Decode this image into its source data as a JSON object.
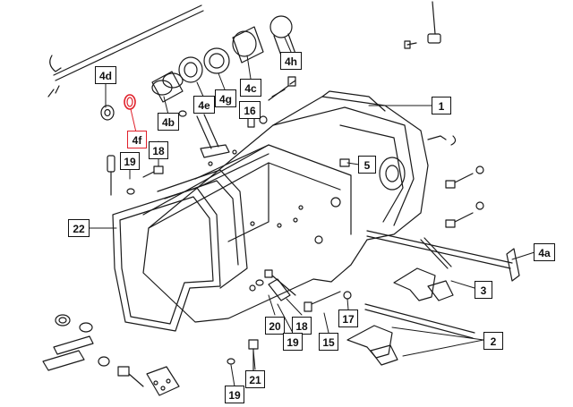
{
  "colors": {
    "line": "#1a1a1a",
    "label_border": "#111111",
    "highlight": "#e0202a",
    "background": "#ffffff"
  },
  "labels": {
    "l1": "1",
    "l2": "2",
    "l3": "3",
    "l4a": "4a",
    "l4b": "4b",
    "l4c": "4c",
    "l4d": "4d",
    "l4e": "4e",
    "l4f": "4f",
    "l4g": "4g",
    "l4h": "4h",
    "l5": "5",
    "l15": "15",
    "l16": "16",
    "l17": "17",
    "l18a": "18",
    "l18b": "18",
    "l19a": "19",
    "l19b": "19",
    "l19c": "19",
    "l20": "20",
    "l21": "21",
    "l22": "22"
  },
  "highlighted_part": "4f"
}
